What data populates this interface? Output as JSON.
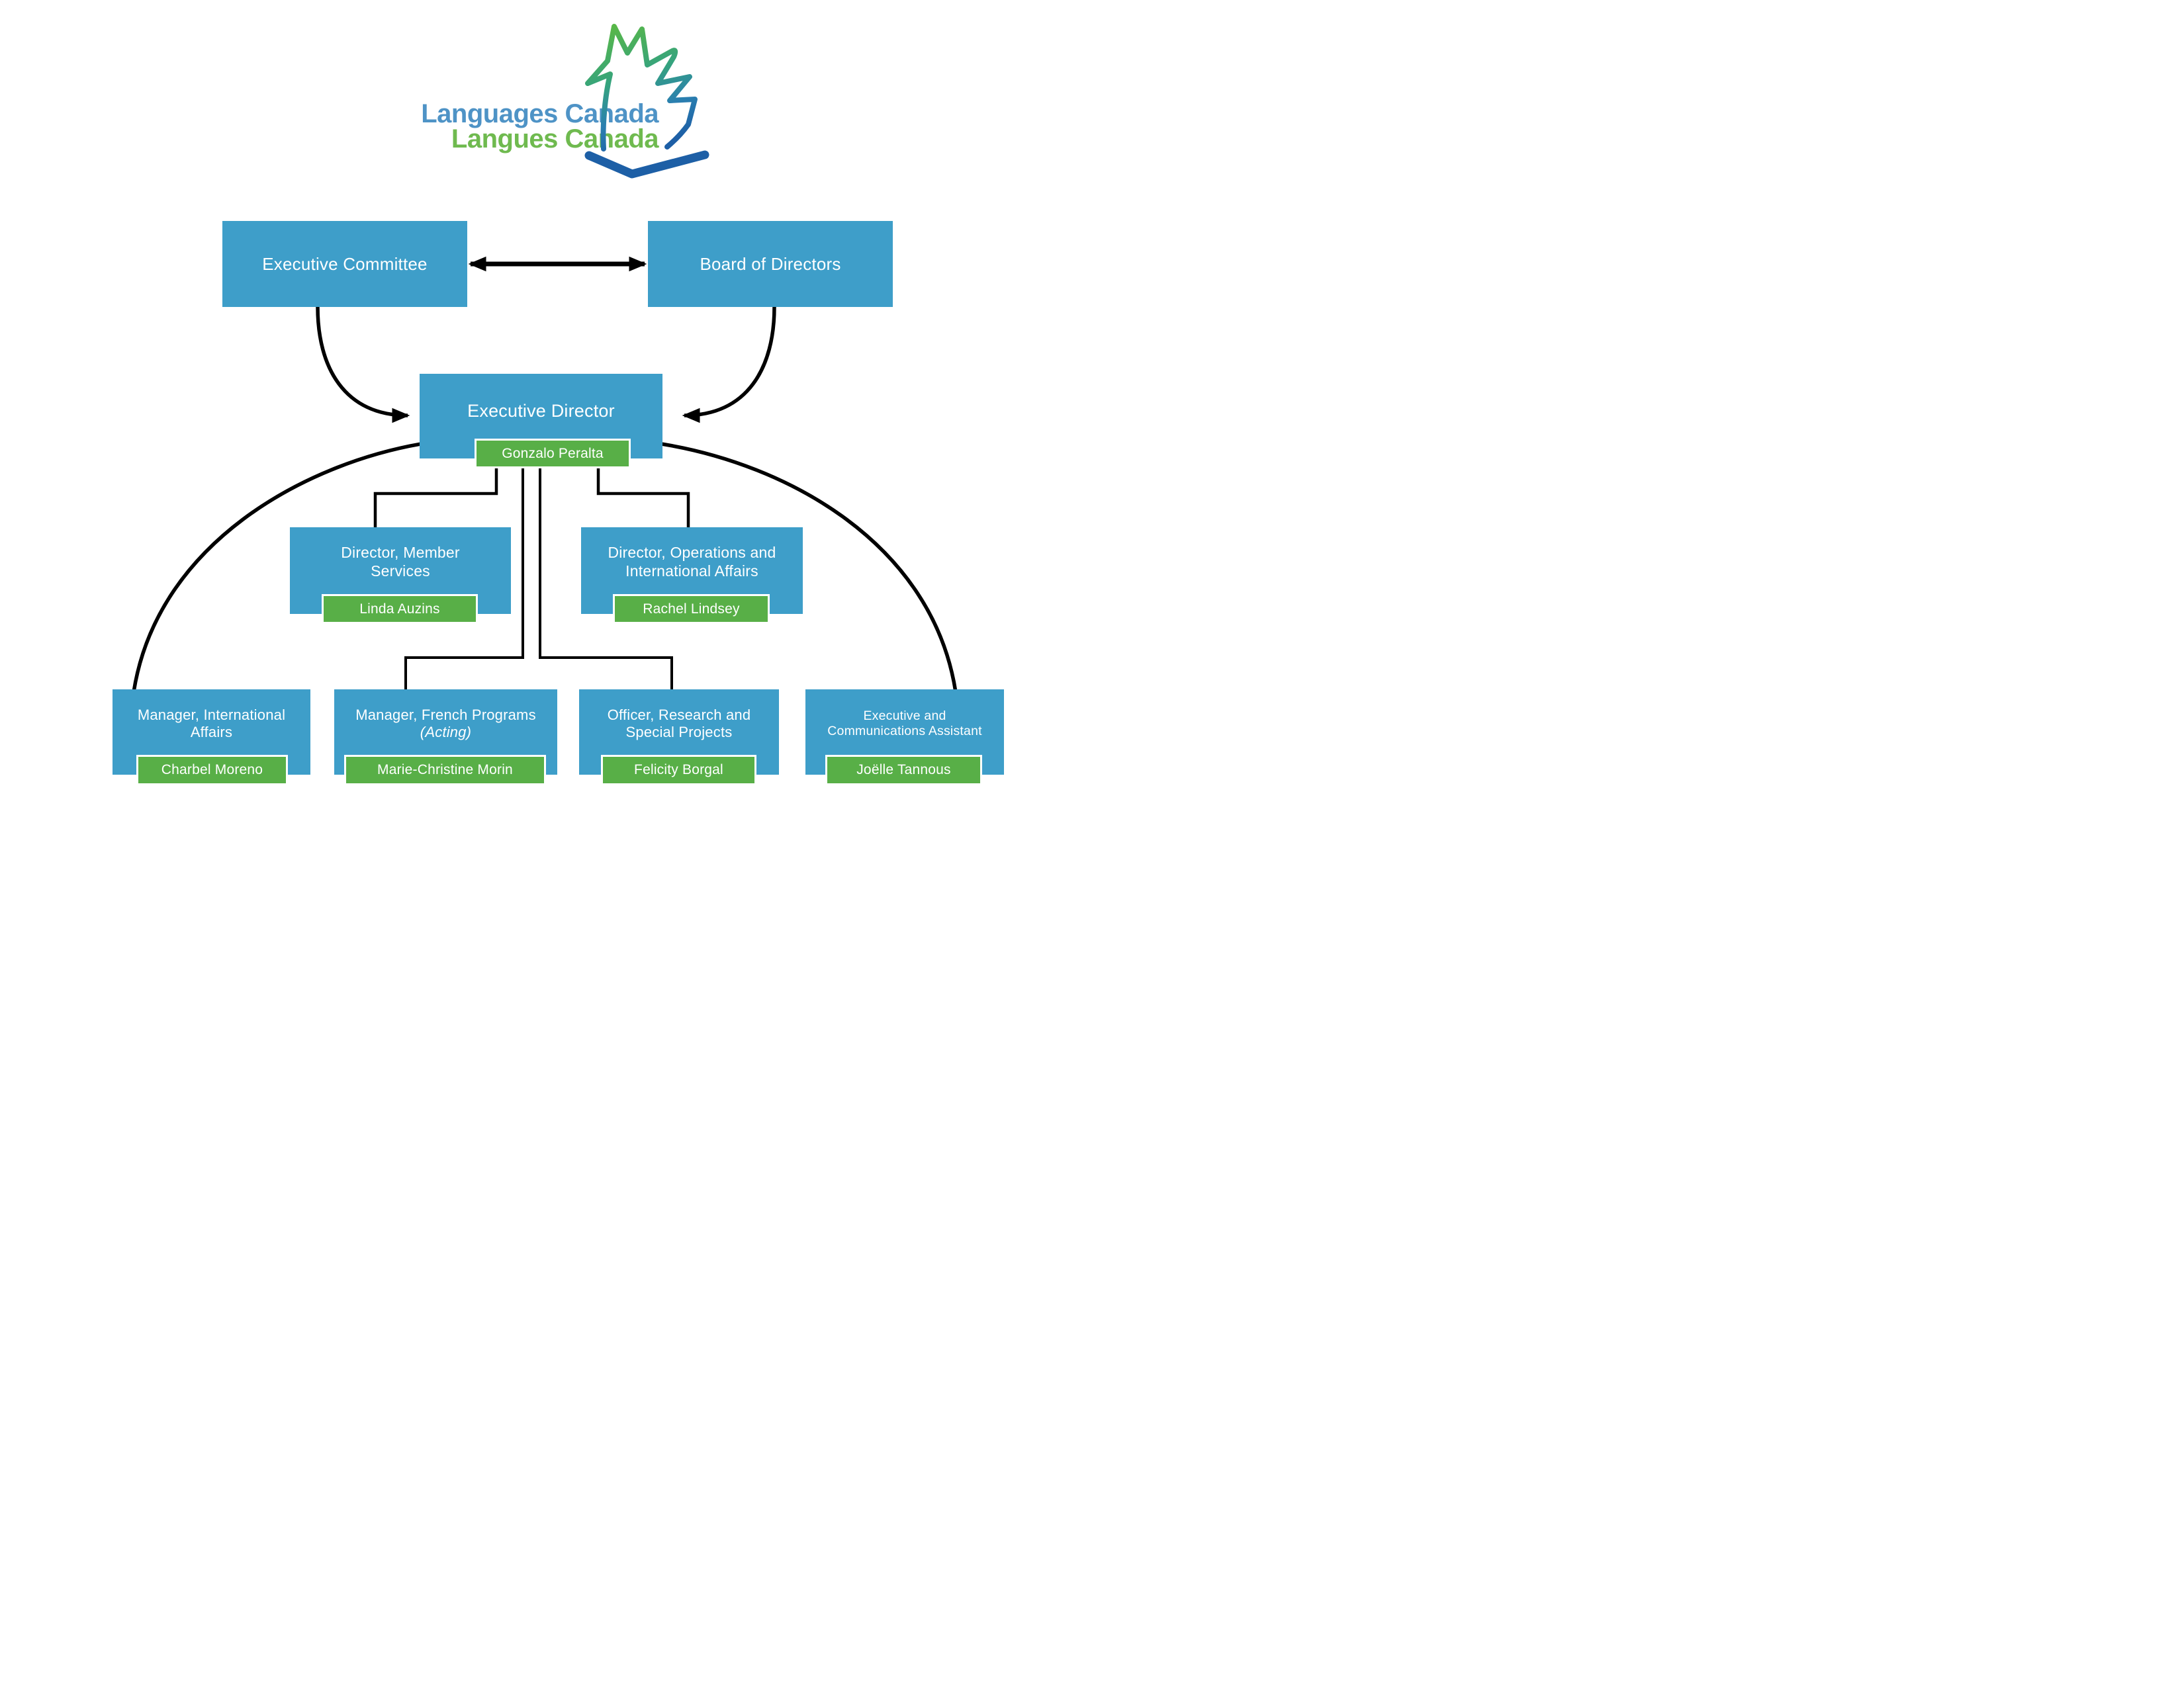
{
  "logo": {
    "line1": "Languages Canada",
    "line2": "Langues Canada",
    "icon": "maple-leaf"
  },
  "colors": {
    "node_blue": "#3E9EC9",
    "badge_green": "#58AF47",
    "connector_black": "#000000",
    "logo_blue": "#4E93C6",
    "logo_green": "#6FBA4F",
    "leaf_gradient_top": "#58B748",
    "leaf_gradient_bottom": "#1D5FA6",
    "text_white": "#FFFFFF"
  },
  "nodes": {
    "exec_committee": {
      "title": "Executive Committee"
    },
    "board": {
      "title": "Board of Directors"
    },
    "exec_director": {
      "title": "Executive Director",
      "name": "Gonzalo Peralta"
    },
    "dir_member": {
      "line1": "Director, Member",
      "line2": "Services",
      "name": "Linda Auzins"
    },
    "dir_ops": {
      "line1": "Director, Operations and",
      "line2": "International Affairs",
      "name": "Rachel Lindsey"
    },
    "mgr_intl": {
      "line1": "Manager, International",
      "line2": "Affairs",
      "name": "Charbel Moreno"
    },
    "mgr_french": {
      "line1": "Manager, French Programs",
      "line2": "(Acting)",
      "name": "Marie-Christine Morin"
    },
    "officer": {
      "line1": "Officer, Research and",
      "line2": "Special Projects",
      "name": "Felicity Borgal"
    },
    "exec_comms": {
      "line1": "Executive and",
      "line2": "Communications Assistant",
      "name": "Joëlle Tannous"
    }
  },
  "connectors": [
    {
      "from": "Executive Committee",
      "to": "Board of Directors",
      "style": "double-headed-arrow"
    },
    {
      "from": "Executive Committee",
      "to": "Executive Director",
      "style": "curved-arrow"
    },
    {
      "from": "Board of Directors",
      "to": "Executive Director",
      "style": "curved-arrow"
    },
    {
      "from": "Executive Director",
      "to": "Director, Member Services",
      "style": "elbow"
    },
    {
      "from": "Executive Director",
      "to": "Director, Operations and International Affairs",
      "style": "elbow"
    },
    {
      "from": "Executive Director",
      "to": "Manager, International Affairs",
      "style": "sweeping-curve"
    },
    {
      "from": "Executive Director",
      "to": "Manager, French Programs (Acting)",
      "style": "elbow"
    },
    {
      "from": "Executive Director",
      "to": "Officer, Research and Special Projects",
      "style": "elbow"
    },
    {
      "from": "Executive Director",
      "to": "Executive and Communications Assistant",
      "style": "sweeping-curve"
    }
  ]
}
